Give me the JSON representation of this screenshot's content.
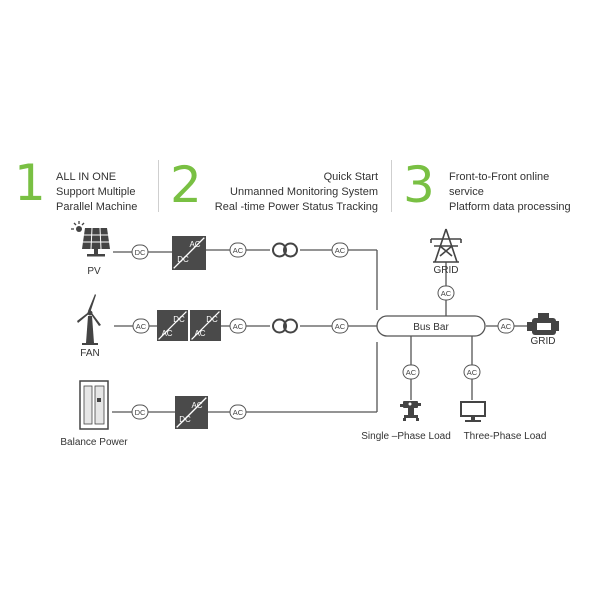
{
  "features": [
    {
      "number": "1",
      "lines": [
        "ALL IN ONE",
        "Support Multiple",
        "Parallel Machine"
      ]
    },
    {
      "number": "2",
      "lines": [
        "Quick Start",
        "Unmanned Monitoring System",
        "Real -time Power  Status Tracking"
      ]
    },
    {
      "number": "3",
      "lines": [
        "Front-to-Front online",
        "service",
        "Platform data processing"
      ]
    }
  ],
  "colors": {
    "accent": "#79c043",
    "line": "#555555",
    "converter": "#4a4a4a",
    "text": "#333333"
  },
  "sources": {
    "pv": "PV",
    "fan": "FAN",
    "balance": "Balance Power"
  },
  "grid_top_label": "GRID",
  "grid_right_label": "GRID",
  "bus_bar": "Bus Bar",
  "loads": {
    "single_phase": "Single –Phase Load",
    "three_phase": "Three-Phase Load"
  },
  "connectors": {
    "ac": "AC",
    "dc": "DC"
  },
  "icons": [
    "solar-panel-icon",
    "wind-turbine-icon",
    "battery-cabinet-icon",
    "transmission-tower-icon",
    "generator-engine-icon",
    "pump-load-icon",
    "monitor-load-icon",
    "transformer-icon",
    "converter-icon"
  ]
}
